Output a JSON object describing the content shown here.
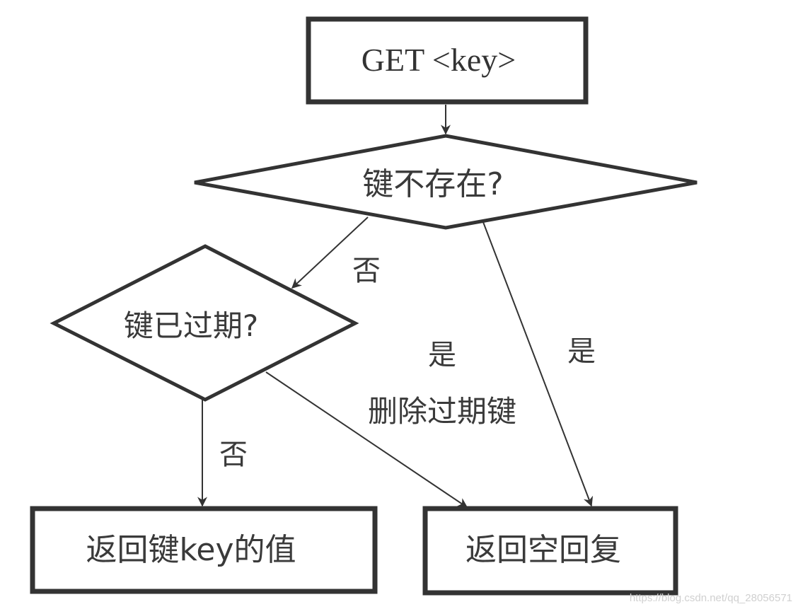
{
  "nodes": {
    "start": {
      "label": "GET <key>",
      "shape": "rectangle"
    },
    "key_missing": {
      "label": "键不存在?",
      "shape": "diamond"
    },
    "key_expired": {
      "label": "键已过期?",
      "shape": "diamond"
    },
    "return_value": {
      "label": "返回键key的值",
      "shape": "rectangle"
    },
    "return_empty": {
      "label": "返回空回复",
      "shape": "rectangle"
    }
  },
  "edges": {
    "start_to_missing": {
      "from": "start",
      "to": "key_missing",
      "label": ""
    },
    "missing_no": {
      "from": "key_missing",
      "to": "key_expired",
      "label": "否"
    },
    "missing_yes": {
      "from": "key_missing",
      "to": "return_empty",
      "label": "是"
    },
    "expired_no": {
      "from": "key_expired",
      "to": "return_value",
      "label": "否"
    },
    "expired_yes": {
      "from": "key_expired",
      "to": "return_empty",
      "label": "是",
      "action": "删除过期键"
    }
  },
  "colors": {
    "stroke": "#333333",
    "background": "#ffffff",
    "watermark": "#d0d0d0"
  },
  "watermark": "https://blog.csdn.net/qq_28056571"
}
